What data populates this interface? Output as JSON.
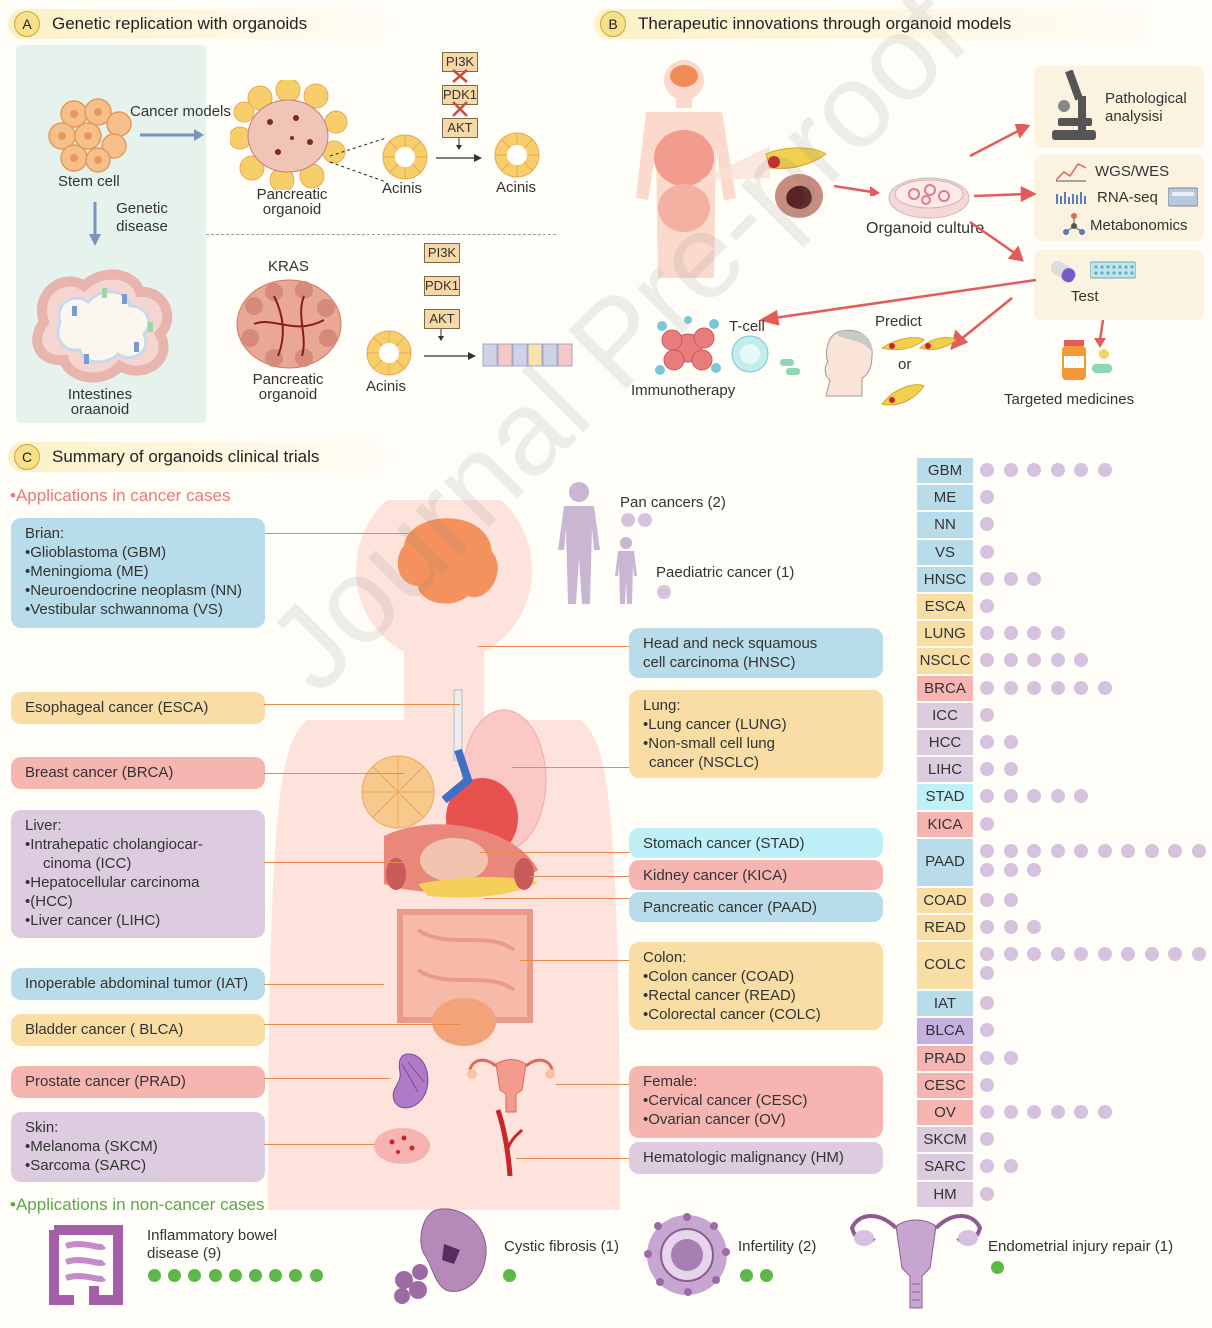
{
  "panelA": {
    "badge": "A",
    "title": "Genetic replication with organoids",
    "stem_cell": "Stem cell",
    "cancer_models": "Cancer models",
    "genetic_disease_1": "Genetic",
    "genetic_disease_2": "disease",
    "pancreatic_organoid_1": "Pancreatic",
    "organoid": "organoid",
    "acinis": "Acinis",
    "kras": "KRAS",
    "intestines_1": "Intestines",
    "intestines_2": "oraanoid",
    "genes": [
      "PI3K",
      "PDK1",
      "AKT"
    ]
  },
  "panelB": {
    "badge": "B",
    "title": "Therapeutic innovations through organoid models",
    "pathological_1": "Pathological",
    "pathological_2": "analysisi",
    "wgs": "WGS/WES",
    "rnaseq": "RNA-seq",
    "metabonomics": "Metabonomics",
    "organoid_culture": "Organoid culture",
    "test": "Test",
    "tcell": "T-cell",
    "predict": "Predict",
    "or": "or",
    "immunotherapy": "Immunotherapy",
    "targeted": "Targeted medicines"
  },
  "panelC": {
    "badge": "C",
    "title": "Summary of organoids clinical trials",
    "cancer_heading": "•Applications in cancer cases",
    "noncancer_heading": "•Applications in non-cancer cases",
    "pan_cancers": "Pan cancers (2)",
    "paediatric": "Paediatric cancer (1)",
    "left_boxes": {
      "brain_title": "Brian:",
      "brain_items": [
        "•Glioblastoma (GBM)",
        "•Meningioma (ME)",
        "•Neuroendocrine neoplasm (NN)",
        "•Vestibular schwannoma (VS)"
      ],
      "esca": "Esophageal cancer (ESCA)",
      "brca": "Breast cancer (BRCA)",
      "liver_title": "Liver:",
      "liver_items": [
        "•Intrahepatic cholangiocar-",
        "cinoma (ICC)",
        "•Hepatocellular carcinoma",
        "•(HCC)",
        "•Liver cancer (LIHC)"
      ],
      "iat": "Inoperable abdominal tumor (IAT)",
      "blca": "Bladder cancer ( BLCA)",
      "prad": "Prostate cancer (PRAD)",
      "skin_title": "Skin:",
      "skin_items": [
        "•Melanoma (SKCM)",
        "•Sarcoma (SARC)"
      ]
    },
    "right_boxes": {
      "hnsc_1": "Head and neck squamous",
      "hnsc_2": "cell carcinoma (HNSC)",
      "lung_title": "Lung:",
      "lung_items": [
        "•Lung cancer (LUNG)",
        "•Non-small cell lung",
        "cancer (NSCLC)"
      ],
      "stad": "Stomach cancer (STAD)",
      "kica": "Kidney cancer (KICA)",
      "paad": "Pancreatic cancer (PAAD)",
      "colon_title": "Colon:",
      "colon_items": [
        "•Colon cancer (COAD)",
        "•Rectal cancer (READ)",
        "•Colorectal cancer (COLC)"
      ],
      "female_title": "Female:",
      "female_items": [
        "•Cervical cancer (CESC)",
        "•Ovarian cancer (OV)"
      ],
      "hm": "Hematologic malignancy (HM)"
    },
    "trials": [
      {
        "label": "GBM",
        "count": 6,
        "color": "#b9dcea"
      },
      {
        "label": "ME",
        "count": 1,
        "color": "#b9dcea"
      },
      {
        "label": "NN",
        "count": 1,
        "color": "#b9dcea"
      },
      {
        "label": "VS",
        "count": 1,
        "color": "#b9dcea"
      },
      {
        "label": "HNSC",
        "count": 3,
        "color": "#b9dcea"
      },
      {
        "label": "ESCA",
        "count": 1,
        "color": "#f8dda4"
      },
      {
        "label": "LUNG",
        "count": 4,
        "color": "#f8dda4"
      },
      {
        "label": "NSCLC",
        "count": 5,
        "color": "#f8dda4"
      },
      {
        "label": "BRCA",
        "count": 6,
        "color": "#f7b5b1"
      },
      {
        "label": "ICC",
        "count": 1,
        "color": "#ddcbe0"
      },
      {
        "label": "HCC",
        "count": 2,
        "color": "#ddcbe0"
      },
      {
        "label": "LIHC",
        "count": 2,
        "color": "#ddcbe0"
      },
      {
        "label": "STAD",
        "count": 5,
        "color": "#bdf0f7"
      },
      {
        "label": "KICA",
        "count": 1,
        "color": "#f7b5b1"
      },
      {
        "label": "PAAD",
        "count": 13,
        "color": "#b9dcea"
      },
      {
        "label": "COAD",
        "count": 2,
        "color": "#f8dda4"
      },
      {
        "label": "READ",
        "count": 3,
        "color": "#f8dda4"
      },
      {
        "label": "COLC",
        "count": 11,
        "color": "#f8dda4"
      },
      {
        "label": "IAT",
        "count": 1,
        "color": "#b9dcea"
      },
      {
        "label": "BLCA",
        "count": 1,
        "color": "#c5b0e0"
      },
      {
        "label": "PRAD",
        "count": 2,
        "color": "#f7b5b1"
      },
      {
        "label": "CESC",
        "count": 1,
        "color": "#f7b5b1"
      },
      {
        "label": "OV",
        "count": 6,
        "color": "#f7b5b1"
      },
      {
        "label": "SKCM",
        "count": 1,
        "color": "#ddcbe0"
      },
      {
        "label": "SARC",
        "count": 2,
        "color": "#ddcbe0"
      },
      {
        "label": "HM",
        "count": 1,
        "color": "#ddcbe0"
      }
    ],
    "noncancer": {
      "ibd_1": "Inflammatory bowel",
      "ibd_2": "disease (9)",
      "ibd_count": 9,
      "cf": "Cystic fibrosis (1)",
      "cf_count": 1,
      "infertility": "Infertility (2)",
      "inf_count": 2,
      "endo": "Endometrial injury repair (1)",
      "endo_count": 1
    }
  },
  "watermark": "Journal Pre-proof"
}
